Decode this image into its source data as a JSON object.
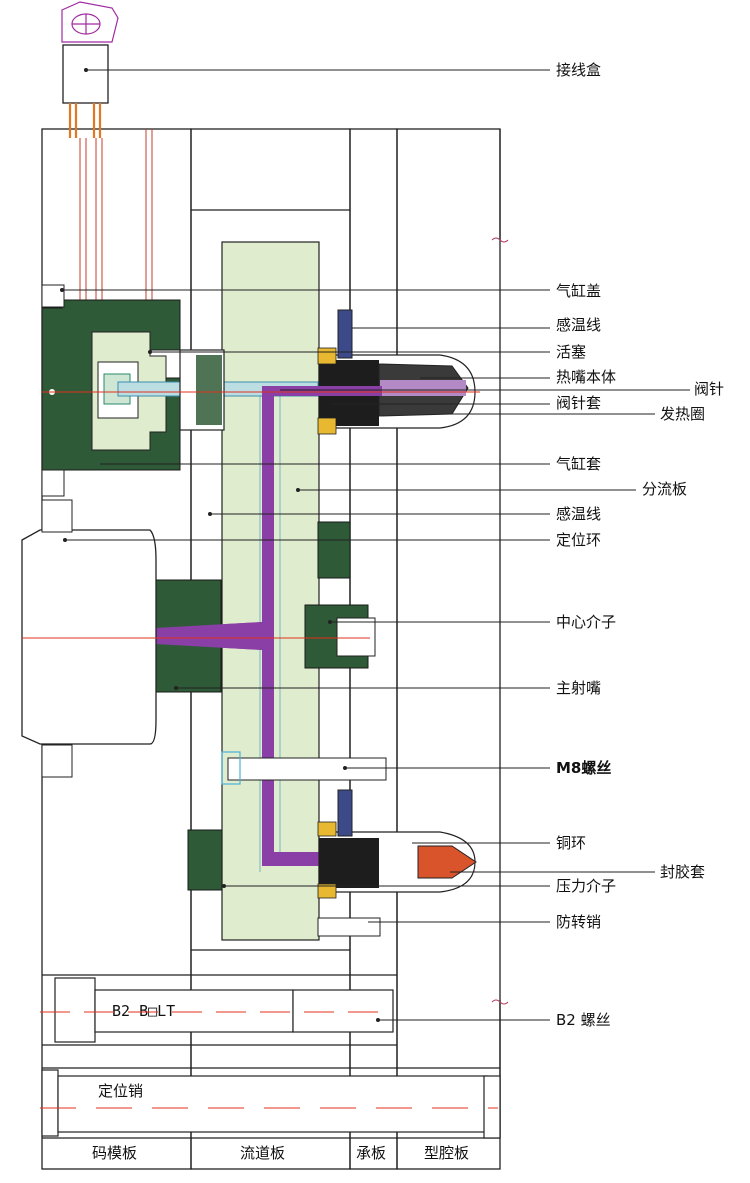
{
  "labels": {
    "junction_box": "接线盒",
    "cylinder_cover": "气缸盖",
    "thermocouple_top": "感温线",
    "piston": "活塞",
    "nozzle_body": "热嘴本体",
    "valve_pin": "阀针",
    "valve_pin_sleeve": "阀针套",
    "heater_coil": "发热圈",
    "cylinder_sleeve": "气缸套",
    "manifold": "分流板",
    "thermocouple_mid": "感温线",
    "locating_ring": "定位环",
    "center_insulator": "中心介子",
    "sprue_bushing": "主射嘴",
    "m8_screw": "M8螺丝",
    "copper_ring": "铜环",
    "seal_sleeve": "封胶套",
    "pressure_pad": "压力介子",
    "anti_rotation_pin": "防转销",
    "b2_screw": "B2 螺丝"
  },
  "plates": {
    "clamp_plate": "码模板",
    "manifold_plate": "流道板",
    "support_plate": "承板",
    "cavity_plate": "型腔板"
  },
  "inline_text": {
    "bolt_text": "B2 B□LT",
    "dowel_text": "定位销"
  },
  "colors": {
    "manifold_fill": "#dfeccd",
    "dark_green": "#2f5a37",
    "melt_channel": "#8a3fa6",
    "centerline": "#e0301e",
    "tip_orange": "#d9542a"
  }
}
